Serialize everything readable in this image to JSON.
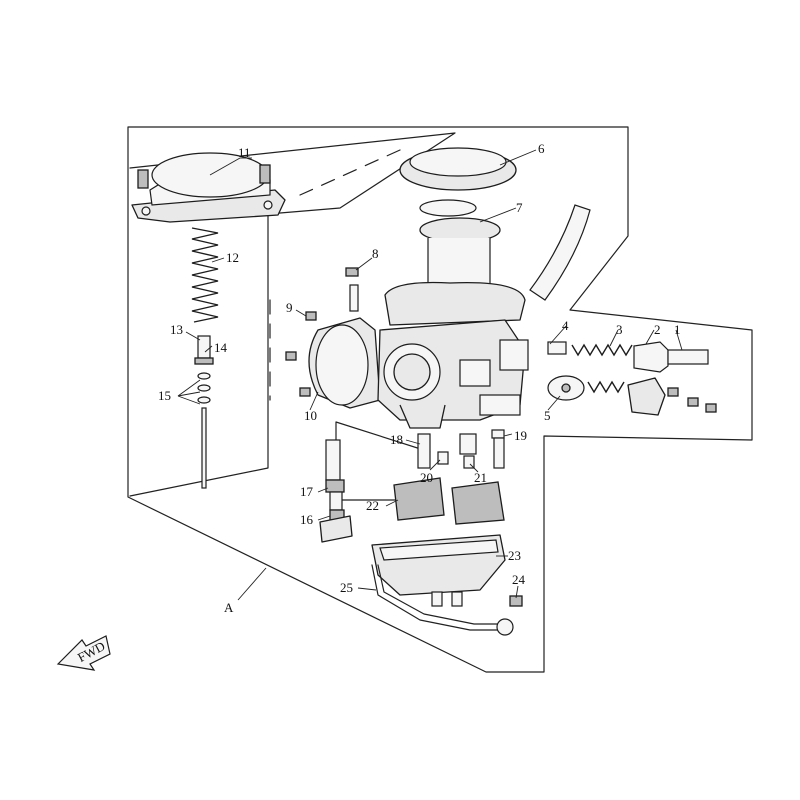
{
  "callouts": {
    "c1": "1",
    "c2": "2",
    "c3": "3",
    "c4": "4",
    "c5": "5",
    "c6": "6",
    "c7": "7",
    "c8": "8",
    "c9": "9",
    "c10": "10",
    "c11": "11",
    "c12": "12",
    "c13": "13",
    "c14": "14",
    "c15": "15",
    "c16": "16",
    "c17": "17",
    "c18": "18",
    "c19": "19",
    "c20": "20",
    "c21": "21",
    "c22": "22",
    "c23": "23",
    "c24": "24",
    "c25": "25",
    "cA": "A"
  },
  "orientation_label": "FWD"
}
